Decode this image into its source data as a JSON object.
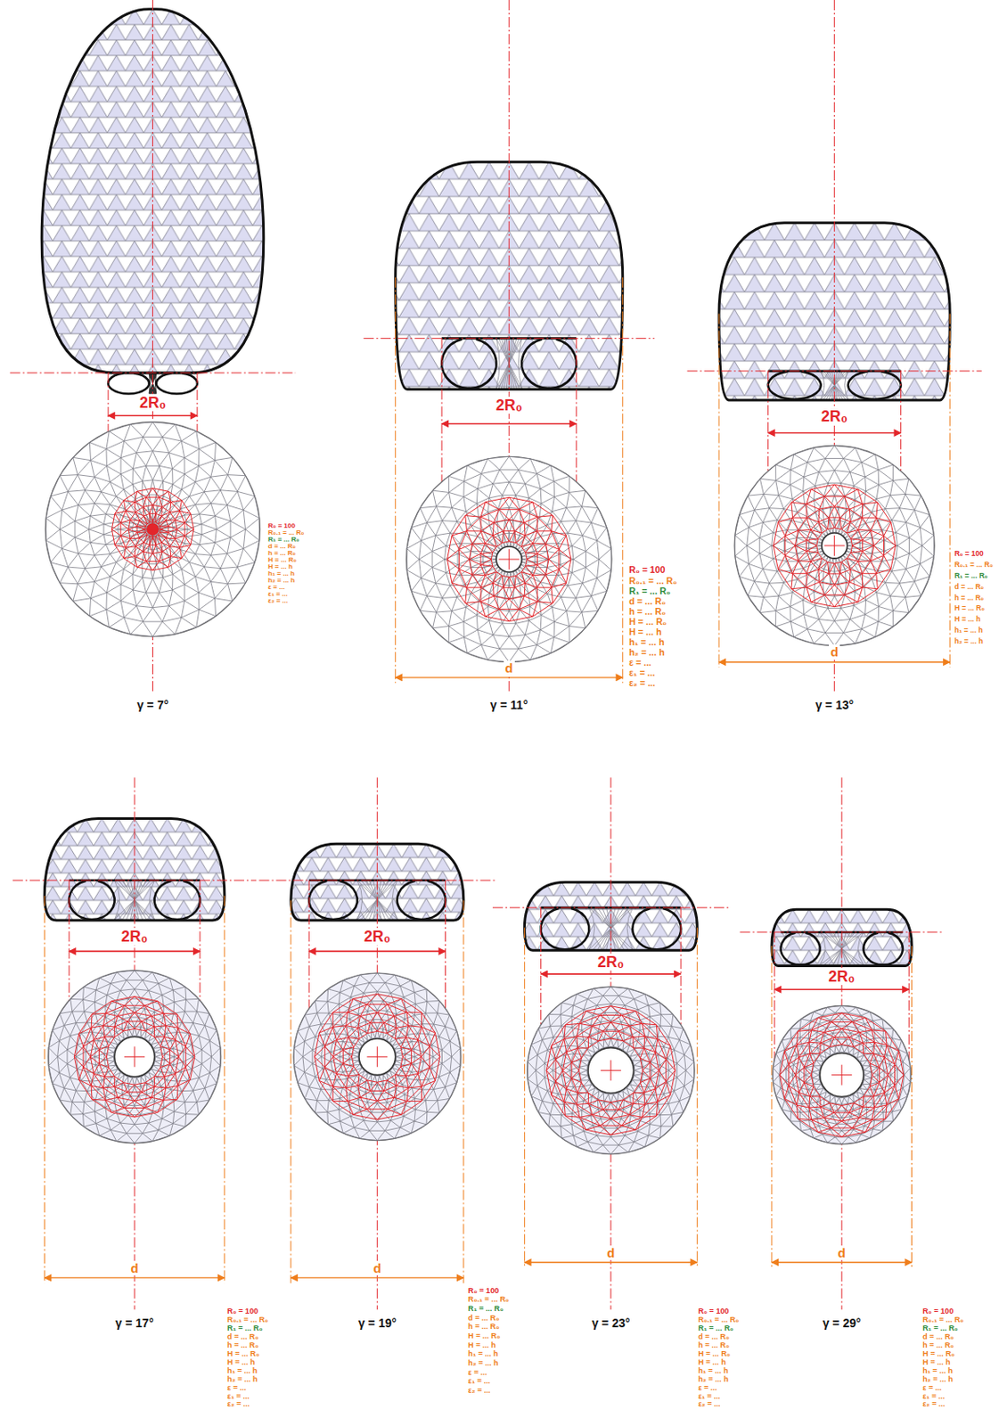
{
  "diagram": {
    "labels": [
      "2R₀",
      "R₀ = 100",
      "R₀.₁ = ... R₀",
      "R₁ = ... R₀",
      "d = ... R₀",
      "h = ... R₀",
      "H = ... R₀",
      "H = ... h",
      "h₁ = ... h",
      "h₂ = ... h",
      "ε = ...",
      "ε₁ = ...",
      "ε₂ = ...",
      "γ = 7°",
      "2R₀",
      "d",
      "R₀ = 100",
      "R₀.₁ = ... R₀",
      "R₁ = ... R₀",
      "d = ... R₀",
      "h = ... R₀",
      "H = ... R₀",
      "H = ... h",
      "h₁ = ... h",
      "h₂ = ... h",
      "ε = ...",
      "ε₁ = ...",
      "ε₂ = ...",
      "γ = 11°",
      "2R₀",
      "d",
      "R₀ = 100",
      "R₀.₁ = ... R₀",
      "R₁ = ... R₀",
      "d = ... R₀",
      "h = ... R₀",
      "H = ... R₀",
      "H = ... h",
      "h₁ = ... h",
      "h₂ = ... h",
      "γ = 13°",
      "2R₀",
      "d",
      "R₀ = 100",
      "R₀.₁ = ... R₀",
      "R₁ = ... R₀",
      "d = ... R₀",
      "h = ... R₀",
      "H = ... R₀",
      "H = ... h",
      "h₁ = ... h",
      "h₂ = ... h",
      "ε = ...",
      "ε₁ = ...",
      "ε₂ = ...",
      "γ = 17°",
      "2R₀",
      "d",
      "R₀ = 100",
      "R₀.₁ = ... R₀",
      "R₁ = ... R₀",
      "d = ... R₀",
      "h = ... R₀",
      "H = ... R₀",
      "H = ... h",
      "h₁ = ... h",
      "h₂ = ... h",
      "ε = ...",
      "ε₁ = ...",
      "ε₂ = ...",
      "γ = 19°",
      "2R₀",
      "d",
      "R₀ = 100",
      "R₀.₁ = ... R₀",
      "R₁ = ... R₀",
      "d = ... R₀",
      "h = ... R₀",
      "H = ... R₀",
      "H = ... h",
      "h₁ = ... h",
      "h₂ = ... h",
      "ε = ...",
      "ε₁ = ...",
      "ε₂ = ...",
      "γ = 23°",
      "2R₀",
      "d",
      "R₀ = 100",
      "R₀.₁ = ... R₀",
      "R₁ = ... R₀",
      "d = ... R₀",
      "h = ... R₀",
      "H = ... R₀",
      "H = ... h",
      "h₁ = ... h",
      "h₂ = ... h",
      "ε = ...",
      "ε₁ = ...",
      "ε₂ = ...",
      "γ = 29°"
    ]
  }
}
